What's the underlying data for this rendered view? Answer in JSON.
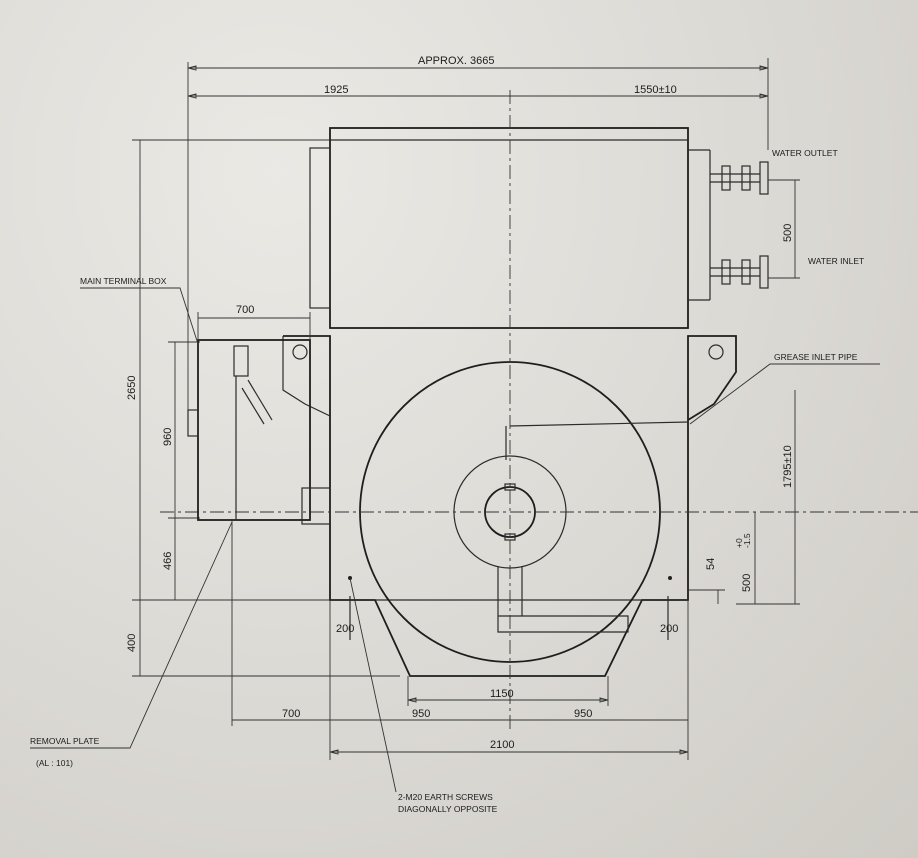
{
  "dimensions": {
    "overall": "APPROX. 3665",
    "left_span": "1925",
    "right_span": "1550±10",
    "coolant_spacing": "500",
    "total_height": "2650",
    "terminal_box_width": "700",
    "terminal_box_height": "960",
    "lower_left_height": "466",
    "base_height": "400",
    "shaft_height": "1795±10",
    "center_offset": "500",
    "tolerance_plus": "+0",
    "tolerance_minus": "-1.5",
    "foot_thickness": "54",
    "foot_left": "200",
    "foot_right": "200",
    "base_span": "1150",
    "left_offset": "700",
    "half_left": "950",
    "half_right": "950",
    "base_width": "2100"
  },
  "labels": {
    "water_outlet": "WATER OUTLET",
    "water_inlet": "WATER INLET",
    "main_terminal_box": "MAIN TERMINAL BOX",
    "grease_inlet_pipe": "GREASE INLET PIPE",
    "removal_plate": "REMOVAL PLATE",
    "removal_plate_note": "(AL : 101)",
    "earth_screws_line1": "2-M20 EARTH SCREWS",
    "earth_screws_line2": "DIAGONALLY OPPOSITE"
  }
}
